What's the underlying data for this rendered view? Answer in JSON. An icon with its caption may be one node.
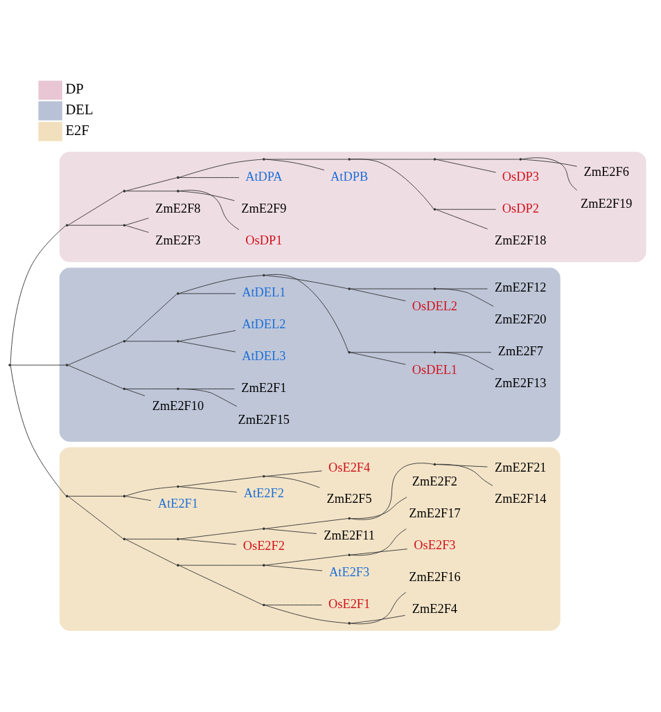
{
  "diagram": {
    "nodes": [
      {
        "text": [],
        "shape": "blob"
      },
      {
        "text": [],
        "shape": "blob"
      },
      {
        "text": [],
        "shape": "blob"
      },
      {
        "text": [],
        "shape": "point"
      },
      {
        "text": [],
        "shape": "point",
        "in": 0
      },
      {
        "text": [],
        "shape": "point",
        "in": 0
      },
      {
        "text": [
          "ZmE2F3"
        ],
        "in": 0
      },
      {
        "text": [
          "ZmE2F8"
        ],
        "in": 0
      },
      {
        "text": [],
        "shape": "point",
        "in": 0
      },
      {
        "text": [],
        "shape": "point",
        "in": 0
      },
      {
        "text": [
          "OsDP1"
        ],
        "in": 0
      },
      {
        "text": [
          "ZmE2F9"
        ],
        "in": 0
      },
      {
        "text": [],
        "shape": "point",
        "in": 0
      },
      {
        "text": [
          "AtDPA"
        ],
        "in": 0
      },
      {
        "text": [],
        "shape": "point",
        "in": 0
      },
      {
        "text": [
          "AtDPB"
        ],
        "in": 0
      },
      {
        "text": [],
        "shape": "point",
        "in": 0
      },
      {
        "text": [],
        "shape": "point",
        "in": 0
      },
      {
        "text": [
          "ZmE2F18"
        ],
        "in": 0
      },
      {
        "text": [
          "OsDP2"
        ],
        "in": 0
      },
      {
        "text": [],
        "shape": "point",
        "in": 0
      },
      {
        "text": [
          "OsDP3"
        ],
        "in": 0
      },
      {
        "text": [],
        "shape": "point",
        "in": 0
      },
      {
        "text": [
          "ZmE2F19"
        ],
        "in": 0
      },
      {
        "text": [
          "ZmE2F6"
        ],
        "in": 0
      },
      {
        "text": [],
        "shape": "point",
        "in": 1
      },
      {
        "text": [],
        "shape": "point",
        "in": 1
      },
      {
        "text": [
          "ZmE2F10"
        ],
        "in": 1
      },
      {
        "text": [],
        "shape": "point",
        "in": 1
      },
      {
        "text": [
          "ZmE2F15"
        ],
        "in": 1
      },
      {
        "text": [
          "ZmE2F1"
        ],
        "in": 1
      },
      {
        "text": [],
        "shape": "point",
        "in": 1
      },
      {
        "text": [],
        "shape": "point",
        "in": 1
      },
      {
        "text": [
          "AtDEL3"
        ],
        "in": 1
      },
      {
        "text": [
          "AtDEL2"
        ],
        "in": 1
      },
      {
        "text": [],
        "shape": "point",
        "in": 1
      },
      {
        "text": [
          "AtDEL1"
        ],
        "in": 1
      },
      {
        "text": [],
        "shape": "point",
        "in": 1
      },
      {
        "text": [],
        "shape": "point",
        "in": 1
      },
      {
        "text": [
          "OsDEL1"
        ],
        "in": 1
      },
      {
        "text": [],
        "shape": "point",
        "in": 1
      },
      {
        "text": [
          "ZmE2F13"
        ],
        "in": 1
      },
      {
        "text": [
          "ZmE2F7"
        ],
        "in": 1
      },
      {
        "text": [],
        "shape": "point",
        "in": 1
      },
      {
        "text": [
          "OsDEL2"
        ],
        "in": 1
      },
      {
        "text": [],
        "shape": "point",
        "in": 1
      },
      {
        "text": [
          "ZmE2F20"
        ],
        "in": 1
      },
      {
        "text": [
          "ZmE2F12"
        ],
        "in": 1
      },
      {
        "text": [],
        "shape": "point",
        "in": 2
      },
      {
        "text": [],
        "shape": "point",
        "in": 2
      },
      {
        "text": [],
        "shape": "point",
        "in": 2
      },
      {
        "text": [],
        "shape": "point",
        "in": 2
      },
      {
        "text": [],
        "shape": "point",
        "in": 2
      },
      {
        "text": [
          "ZmE2F4"
        ],
        "in": 2
      },
      {
        "text": [
          "ZmE2F16"
        ],
        "in": 2
      },
      {
        "text": [
          "OsE2F1"
        ],
        "in": 2
      },
      {
        "text": [],
        "shape": "point",
        "in": 2
      },
      {
        "text": [
          "AtE2F3"
        ],
        "in": 2
      },
      {
        "text": [],
        "shape": "point",
        "in": 2
      },
      {
        "text": [
          "OsE2F3"
        ],
        "in": 2
      },
      {
        "text": [
          "ZmE2F17"
        ],
        "in": 2
      },
      {
        "text": [],
        "shape": "point",
        "in": 2
      },
      {
        "text": [
          "OsE2F2"
        ],
        "in": 2
      },
      {
        "text": [],
        "shape": "point",
        "in": 2
      },
      {
        "text": [
          "ZmE2F11"
        ],
        "in": 2
      },
      {
        "text": [],
        "shape": "point",
        "in": 2
      },
      {
        "text": [
          "ZmE2F2"
        ],
        "in": 2
      },
      {
        "text": [],
        "shape": "point",
        "in": 2
      },
      {
        "text": [
          "ZmE2F14"
        ],
        "in": 2
      },
      {
        "text": [
          "ZmE2F21"
        ],
        "in": 2
      },
      {
        "text": [],
        "shape": "point",
        "in": 2
      },
      {
        "text": [
          "AtE2F1"
        ],
        "in": 2
      },
      {
        "text": [],
        "shape": "point",
        "in": 2
      },
      {
        "text": [
          "AtE2F2"
        ],
        "in": 2
      },
      {
        "text": [],
        "shape": "point",
        "in": 2
      },
      {
        "text": [
          "ZmE2F5"
        ],
        "in": 2
      },
      {
        "text": [
          "OsE2F4"
        ],
        "in": 2
      }
    ],
    "edges": [
      {
        "from": 3,
        "to": 4,
        "arrow": "none"
      },
      {
        "from": 3,
        "to": 25,
        "arrow": "none"
      },
      {
        "from": 3,
        "to": 48,
        "arrow": "none"
      },
      {
        "from": 4,
        "to": 5,
        "arrow": "none"
      },
      {
        "from": 5,
        "to": 6,
        "arrow": "none"
      },
      {
        "from": 5,
        "to": 7,
        "arrow": "none"
      },
      {
        "from": 4,
        "to": 8,
        "arrow": "none"
      },
      {
        "from": 8,
        "to": 9,
        "arrow": "none"
      },
      {
        "from": 9,
        "to": 10,
        "arrow": "none"
      },
      {
        "from": 9,
        "to": 11,
        "arrow": "none"
      },
      {
        "from": 8,
        "to": 12,
        "arrow": "none"
      },
      {
        "from": 12,
        "to": 13,
        "arrow": "none"
      },
      {
        "from": 12,
        "to": 14,
        "arrow": "none"
      },
      {
        "from": 14,
        "to": 15,
        "arrow": "none"
      },
      {
        "from": 14,
        "to": 16,
        "arrow": "none"
      },
      {
        "from": 16,
        "to": 17,
        "arrow": "none"
      },
      {
        "from": 17,
        "to": 18,
        "arrow": "none"
      },
      {
        "from": 17,
        "to": 19,
        "arrow": "none"
      },
      {
        "from": 16,
        "to": 20,
        "arrow": "none"
      },
      {
        "from": 20,
        "to": 21,
        "arrow": "none"
      },
      {
        "from": 20,
        "to": 22,
        "arrow": "none"
      },
      {
        "from": 22,
        "to": 23,
        "arrow": "none"
      },
      {
        "from": 22,
        "to": 24,
        "arrow": "none"
      },
      {
        "from": 25,
        "to": 26,
        "arrow": "none"
      },
      {
        "from": 26,
        "to": 27,
        "arrow": "none"
      },
      {
        "from": 26,
        "to": 28,
        "arrow": "none"
      },
      {
        "from": 28,
        "to": 29,
        "arrow": "none"
      },
      {
        "from": 28,
        "to": 30,
        "arrow": "none"
      },
      {
        "from": 25,
        "to": 31,
        "arrow": "none"
      },
      {
        "from": 31,
        "to": 32,
        "arrow": "none"
      },
      {
        "from": 32,
        "to": 33,
        "arrow": "none"
      },
      {
        "from": 32,
        "to": 34,
        "arrow": "none"
      },
      {
        "from": 31,
        "to": 35,
        "arrow": "none"
      },
      {
        "from": 35,
        "to": 36,
        "arrow": "none"
      },
      {
        "from": 35,
        "to": 37,
        "arrow": "none"
      },
      {
        "from": 37,
        "to": 38,
        "arrow": "none"
      },
      {
        "from": 38,
        "to": 39,
        "arrow": "none"
      },
      {
        "from": 38,
        "to": 40,
        "arrow": "none"
      },
      {
        "from": 40,
        "to": 41,
        "arrow": "none"
      },
      {
        "from": 40,
        "to": 42,
        "arrow": "none"
      },
      {
        "from": 37,
        "to": 43,
        "arrow": "none"
      },
      {
        "from": 43,
        "to": 44,
        "arrow": "none"
      },
      {
        "from": 43,
        "to": 45,
        "arrow": "none"
      },
      {
        "from": 45,
        "to": 46,
        "arrow": "none"
      },
      {
        "from": 45,
        "to": 47,
        "arrow": "none"
      },
      {
        "from": 48,
        "to": 49,
        "arrow": "none"
      },
      {
        "from": 48,
        "to": 70,
        "arrow": "none"
      },
      {
        "from": 49,
        "to": 50,
        "arrow": "none"
      },
      {
        "from": 49,
        "to": 61,
        "arrow": "none"
      },
      {
        "from": 50,
        "to": 51,
        "arrow": "none"
      },
      {
        "from": 50,
        "to": 56,
        "arrow": "none"
      },
      {
        "from": 51,
        "to": 52,
        "arrow": "none"
      },
      {
        "from": 52,
        "to": 53,
        "arrow": "none"
      },
      {
        "from": 52,
        "to": 54,
        "arrow": "none"
      },
      {
        "from": 51,
        "to": 55,
        "arrow": "none"
      },
      {
        "from": 56,
        "to": 57,
        "arrow": "none"
      },
      {
        "from": 56,
        "to": 58,
        "arrow": "none"
      },
      {
        "from": 58,
        "to": 59,
        "arrow": "none"
      },
      {
        "from": 58,
        "to": 60,
        "arrow": "none"
      },
      {
        "from": 61,
        "to": 62,
        "arrow": "none"
      },
      {
        "from": 61,
        "to": 63,
        "arrow": "none"
      },
      {
        "from": 63,
        "to": 64,
        "arrow": "none"
      },
      {
        "from": 63,
        "to": 65,
        "arrow": "none"
      },
      {
        "from": 65,
        "to": 66,
        "arrow": "none"
      },
      {
        "from": 65,
        "to": 67,
        "arrow": "none"
      },
      {
        "from": 67,
        "to": 68,
        "arrow": "none"
      },
      {
        "from": 67,
        "to": 69,
        "arrow": "none"
      },
      {
        "from": 70,
        "to": 71,
        "arrow": "none"
      },
      {
        "from": 70,
        "to": 72,
        "arrow": "none"
      },
      {
        "from": 72,
        "to": 73,
        "arrow": "none"
      },
      {
        "from": 72,
        "to": 74,
        "arrow": "none"
      },
      {
        "from": 74,
        "to": 75,
        "arrow": "none"
      },
      {
        "from": 74,
        "to": 76,
        "arrow": "none"
      }
    ],
    "legend": [
      {
        "text": "DP",
        "color": "#e8c6d4"
      },
      {
        "text": "DEL",
        "color": "#b9c1d6"
      },
      {
        "text": "E2F",
        "color": "#f2dfbd"
      }
    ]
  }
}
